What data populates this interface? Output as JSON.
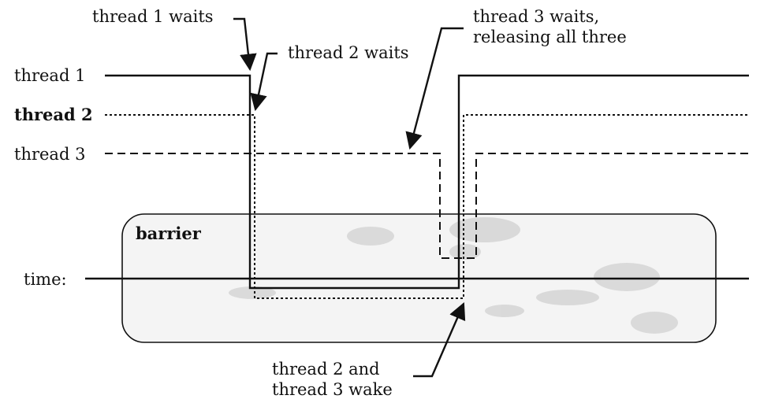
{
  "labels": {
    "thread1": "thread 1",
    "thread2": "thread 2",
    "thread3": "thread 3",
    "time": "time:",
    "barrier": "barrier"
  },
  "annotations": {
    "thread1_waits": "thread 1 waits",
    "thread2_waits": "thread 2 waits",
    "thread3_waits_line1": "thread 3 waits,",
    "thread3_waits_line2": "releasing all three",
    "wake_line1": "thread 2 and",
    "wake_line2": "thread 3 wake"
  },
  "colors": {
    "ink": "#111111",
    "barrier_fill": "#f2f2f2",
    "barrier_stipple": "#c8c8c8"
  }
}
